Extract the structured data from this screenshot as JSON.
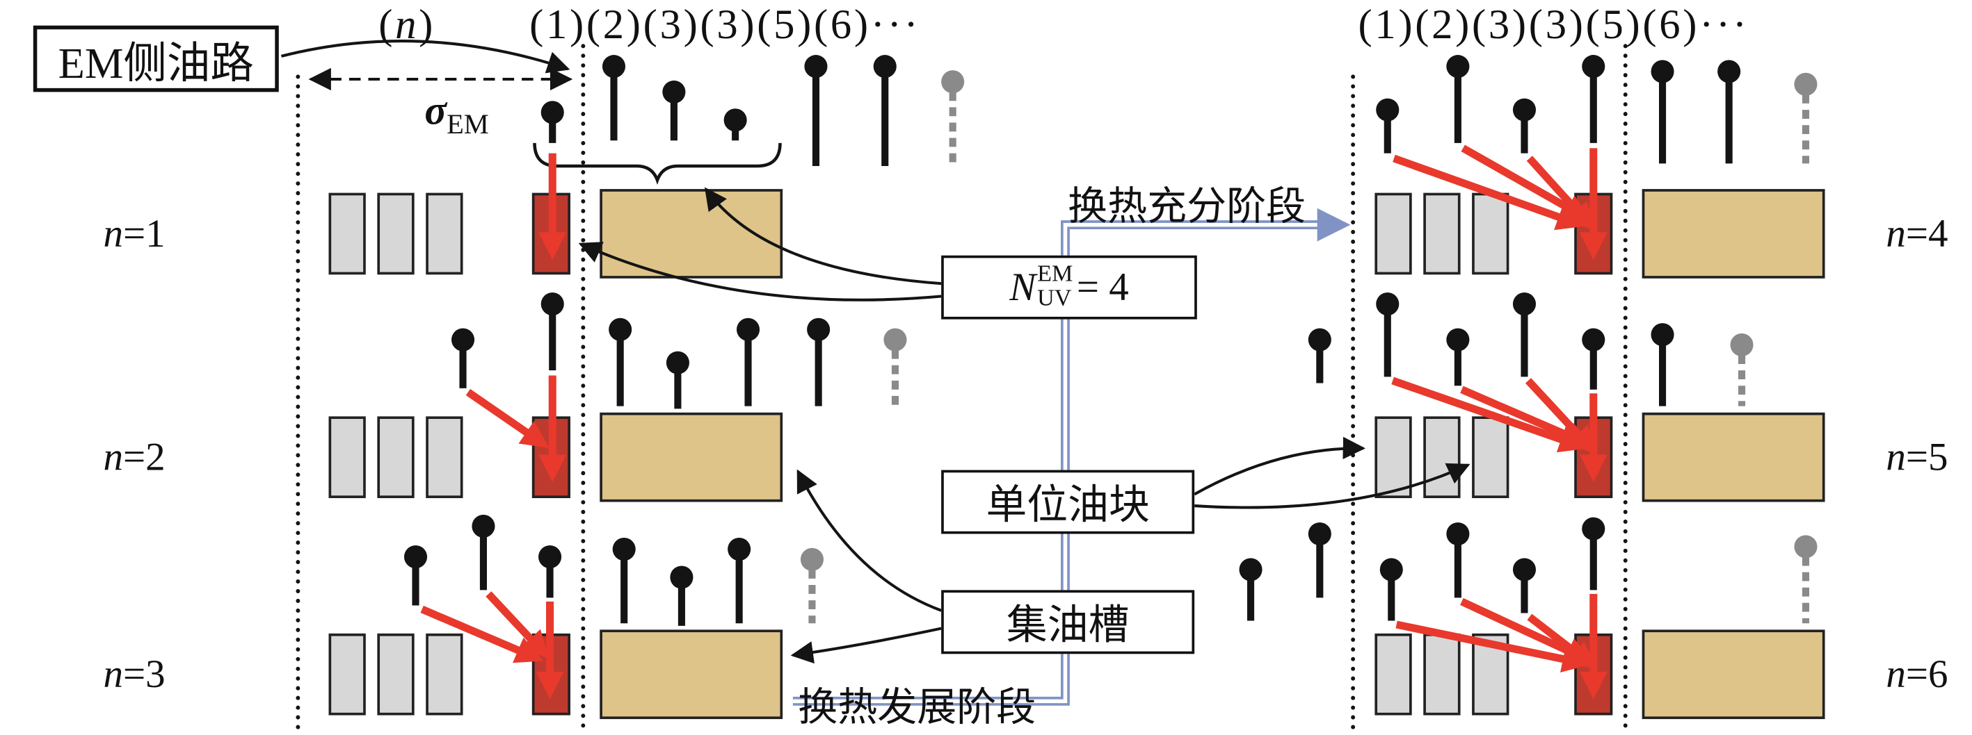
{
  "header": {
    "n_open": "(",
    "n_var": "n",
    "n_close": ")",
    "left_columns": "(1)(2)(3)(3)(5)(6)···",
    "right_columns": "(1)(2)(3)(3)(5)(6)···"
  },
  "legend": {
    "em_circuit": "EM侧油路",
    "sigma_symbol": "σ",
    "sigma_sub": "EM",
    "nuv_base": "N",
    "nuv_sup": "EM",
    "nuv_sub": "UV",
    "nuv_eq": "= 4",
    "unit_oil_block": "单位油块",
    "oil_trough": "集油槽",
    "stage_sufficient": "换热充分阶段",
    "stage_developing": "换热发展阶段"
  },
  "rows": {
    "left": [
      {
        "var": "n",
        "eq": "=1"
      },
      {
        "var": "n",
        "eq": "=2"
      },
      {
        "var": "n",
        "eq": "=3"
      }
    ],
    "right": [
      {
        "var": "n",
        "eq": "=4"
      },
      {
        "var": "n",
        "eq": "=5"
      },
      {
        "var": "n",
        "eq": "=6"
      }
    ]
  },
  "colors": {
    "unit_block_fill": "#d7d7d7",
    "uv_block_fill": "#bf3a2e",
    "trough_fill": "#dec489",
    "arrow_red": "#e8392c",
    "flow_blue": "#8193c5",
    "pin_black": "#141414",
    "pin_gray": "#8a8a8a"
  }
}
